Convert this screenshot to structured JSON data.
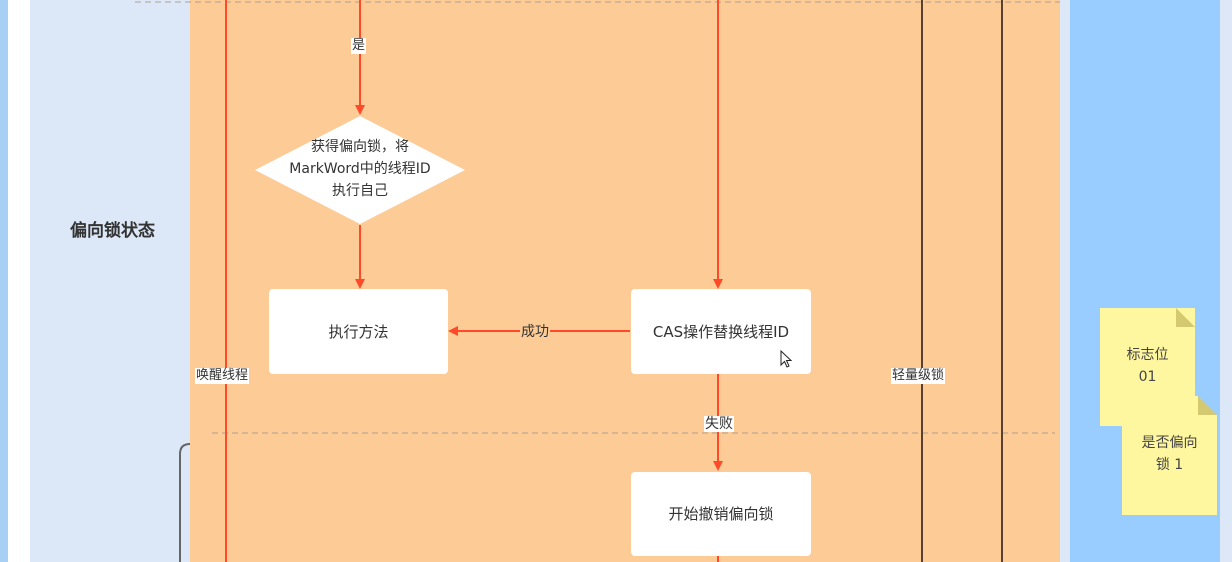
{
  "lane": {
    "title": "偏向锁状态"
  },
  "flow": {
    "yes_label": "是",
    "diamond": [
      "获得偏向锁，将",
      "MarkWord中的线程ID",
      "执行自己"
    ],
    "execute_method": "执行方法",
    "success_label": "成功",
    "cas_box": "CAS操作替换线程ID",
    "fail_label": "失败",
    "revoke_box": "开始撤销偏向锁",
    "wake_label": "唤醒线程",
    "lightweight_label": "轻量级锁"
  },
  "notes": {
    "flag": [
      "标志位",
      "01"
    ],
    "biased": [
      "是否偏向",
      "锁 1"
    ]
  },
  "colors": {
    "orange_lane": "#fdcb95",
    "blue_lane": "#dce8f8",
    "note_panel": "#99ccff",
    "arrow": "#ff4a2a",
    "note": "#fff7a0"
  }
}
